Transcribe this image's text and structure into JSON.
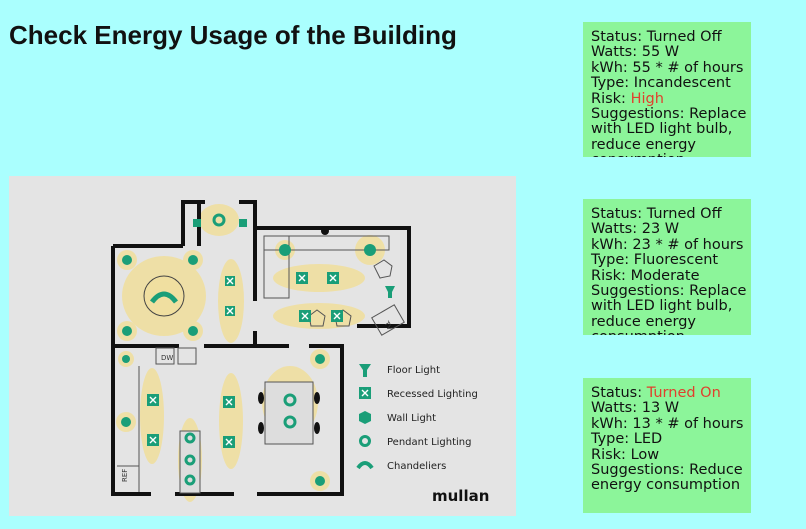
{
  "page": {
    "title": "Check Energy Usage of the Building"
  },
  "floor_plan": {
    "brand": "mullan",
    "room_labels": {
      "dishwasher": "DW",
      "refrigerator": "REF",
      "tv": "TV"
    },
    "legend": [
      {
        "icon": "floor-light-icon",
        "label": "Floor Light"
      },
      {
        "icon": "recessed-lighting-icon",
        "label": "Recessed Lighting"
      },
      {
        "icon": "wall-light-icon",
        "label": "Wall Light"
      },
      {
        "icon": "pendant-lighting-icon",
        "label": "Pendant Lighting"
      },
      {
        "icon": "chandelier-icon",
        "label": "Chandeliers"
      }
    ],
    "colors": {
      "light_icon": "#1a9e78",
      "glow": "#f0dfa0",
      "wall": "#111111"
    }
  },
  "cards": [
    {
      "status_prefix": "Status: ",
      "status_value": "Turned Off",
      "status_highlight": false,
      "watts": "Watts: 55 W",
      "kwh": "kWh: 55 * # of hours",
      "type": "Type: Incandescent",
      "risk_prefix": "Risk: ",
      "risk_value": "High",
      "risk_highlight": true,
      "suggestions": "Suggestions: Replace with LED light bulb, reduce energy consumption"
    },
    {
      "status_prefix": "Status: ",
      "status_value": "Turned Off",
      "status_highlight": false,
      "watts": "Watts: 23 W",
      "kwh": "kWh: 23 * # of hours",
      "type": "Type: Fluorescent",
      "risk_prefix": "Risk: ",
      "risk_value": "Moderate",
      "risk_highlight": false,
      "suggestions": "Suggestions: Replace with LED light bulb, reduce energy consumption"
    },
    {
      "status_prefix": "Status: ",
      "status_value": "Turned On",
      "status_highlight": true,
      "watts": "Watts: 13 W",
      "kwh": "kWh: 13 * # of hours",
      "type": "Type: LED",
      "risk_prefix": "Risk: ",
      "risk_value": "Low",
      "risk_highlight": false,
      "suggestions": "Suggestions: Reduce energy consumption"
    }
  ]
}
